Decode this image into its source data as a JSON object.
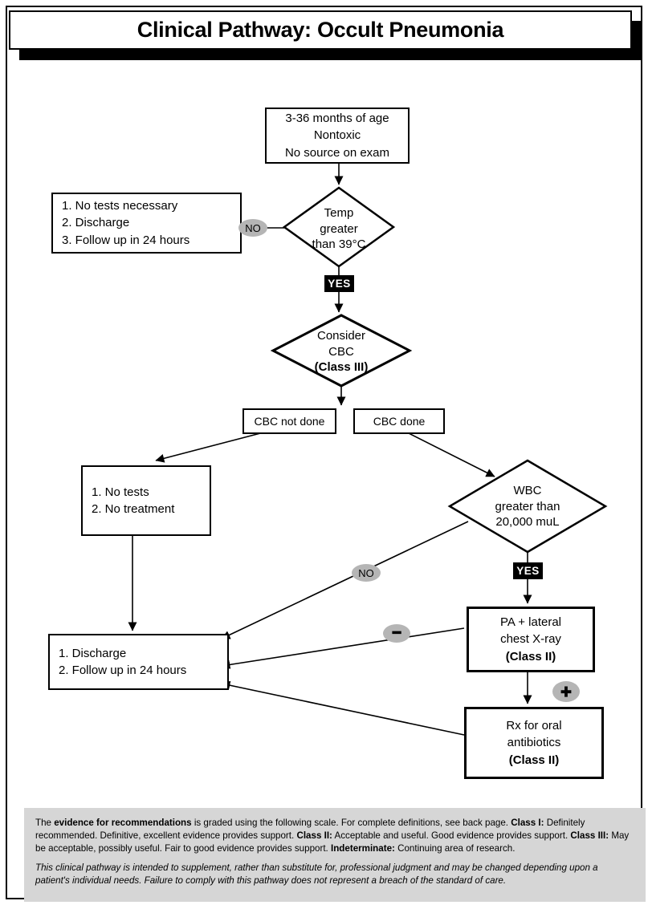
{
  "title": "Clinical Pathway: Occult Pneumonia",
  "nodes": {
    "start": {
      "lines": [
        "3-36 months of age",
        "Nontoxic",
        "No source on exam"
      ]
    },
    "temp_diamond": {
      "lines": [
        "Temp",
        "greater",
        "than 39°C"
      ]
    },
    "no_tests_discharge_box": {
      "lines": [
        "1. No tests necessary",
        "2. Discharge",
        "3. Follow up in 24 hours"
      ]
    },
    "consider_cbc_diamond": {
      "lines": [
        "Consider",
        "CBC"
      ],
      "class_note": "(Class III)"
    },
    "cbc_not_done_box": {
      "label": "CBC not done"
    },
    "cbc_done_box": {
      "label": "CBC done"
    },
    "no_tests_no_treatment_box": {
      "lines": [
        "1. No tests",
        "2. No treatment"
      ]
    },
    "wbc_diamond": {
      "lines": [
        "WBC",
        "greater than",
        "20,000 muL"
      ]
    },
    "chest_xray_box": {
      "lines": [
        "PA + lateral",
        "chest X-ray"
      ],
      "class_note": "(Class II)"
    },
    "discharge_box": {
      "lines": [
        "1. Discharge",
        "2. Follow up in 24 hours"
      ]
    },
    "rx_box": {
      "lines": [
        "Rx for oral",
        "antibiotics"
      ],
      "class_note": "(Class II)"
    }
  },
  "edge_labels": {
    "no_temp": "NO",
    "yes_temp": "YES",
    "no_wbc": "NO",
    "yes_wbc": "YES",
    "negative": "−",
    "positive": "+"
  },
  "colors": {
    "oval_gray": "#b5b5b5",
    "footer_gray": "#d6d6d6",
    "yes_label_bg": "#000000",
    "yes_label_text": "#ffffff"
  },
  "footer": {
    "grading": [
      {
        "text": "The ",
        "bold": false
      },
      {
        "text": "evidence for recommendations",
        "bold": true
      },
      {
        "text": " is graded using the following scale. For complete definitions, see back page. ",
        "bold": false
      },
      {
        "text": "Class I:",
        "bold": true
      },
      {
        "text": " Definitely recommended. Definitive, excellent evidence provides support. ",
        "bold": false
      },
      {
        "text": "Class II:",
        "bold": true
      },
      {
        "text": " Acceptable and useful. Good evidence provides support. ",
        "bold": false
      },
      {
        "text": "Class III:",
        "bold": true
      },
      {
        "text": " May be acceptable, possibly useful. Fair to good evidence provides support. ",
        "bold": false
      },
      {
        "text": "Indeterminate:",
        "bold": true
      },
      {
        "text": " Continuing area of research.",
        "bold": false
      }
    ],
    "disclaimer": "This clinical pathway is intended to supplement, rather than substitute for, professional judgment and may be changed depending upon a patient's individual needs. Failure to comply with this pathway does not represent a breach of the standard of care."
  }
}
